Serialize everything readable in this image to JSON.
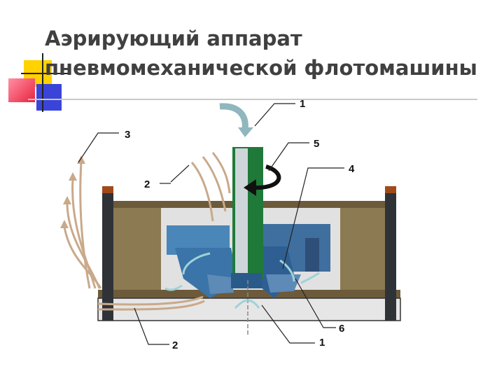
{
  "slide": {
    "title_line1": "Аэрирующий аппарат",
    "title_line2": "пневмомеханической флотомашины"
  },
  "diagram": {
    "labels": {
      "top_1": "1",
      "left_3": "3",
      "right_5": "5",
      "right_4": "4",
      "left_2": "2",
      "right_6": "6",
      "bottom_2": "2",
      "bottom_1": "1"
    }
  },
  "colors": {
    "accent_yellow": "#ffd200",
    "accent_red": "#f03c5a",
    "accent_blue": "#3a44d8",
    "tank_brown": "#8c7a52",
    "impeller_blue": "#3f6f9e",
    "shaft_green": "#1f7a3a"
  }
}
